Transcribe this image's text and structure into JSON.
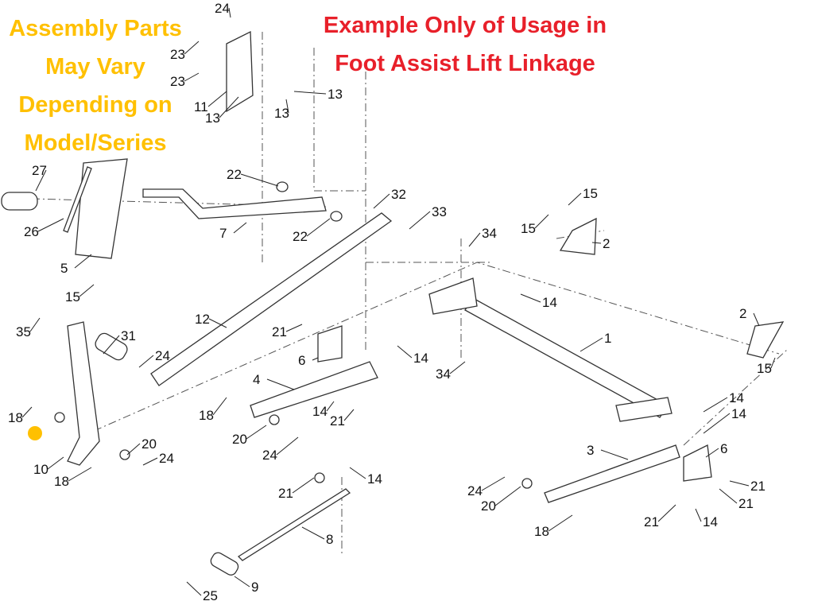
{
  "title_left": [
    "Assembly Parts",
    "May Vary",
    "Depending on",
    "Model/Series"
  ],
  "title_right": [
    "Example Only of Usage in",
    "Foot Assist Lift Linkage"
  ],
  "colors": {
    "title_left": "#ffc000",
    "title_right": "#e8202a",
    "marker": "#ffc000"
  },
  "callouts": [
    "24",
    "23",
    "23",
    "11",
    "13",
    "13",
    "27",
    "22",
    "32",
    "33",
    "15",
    "15",
    "2",
    "34",
    "26",
    "7",
    "22",
    "5",
    "15",
    "14",
    "12",
    "2",
    "35",
    "31",
    "21",
    "1",
    "24",
    "6",
    "14",
    "15",
    "34",
    "4",
    "14",
    "14",
    "14",
    "21",
    "18",
    "18",
    "20",
    "20",
    "24",
    "24",
    "10",
    "18",
    "3",
    "6",
    "14",
    "21",
    "24",
    "20",
    "21",
    "21",
    "21",
    "14",
    "18",
    "8",
    "9",
    "25",
    "13"
  ]
}
